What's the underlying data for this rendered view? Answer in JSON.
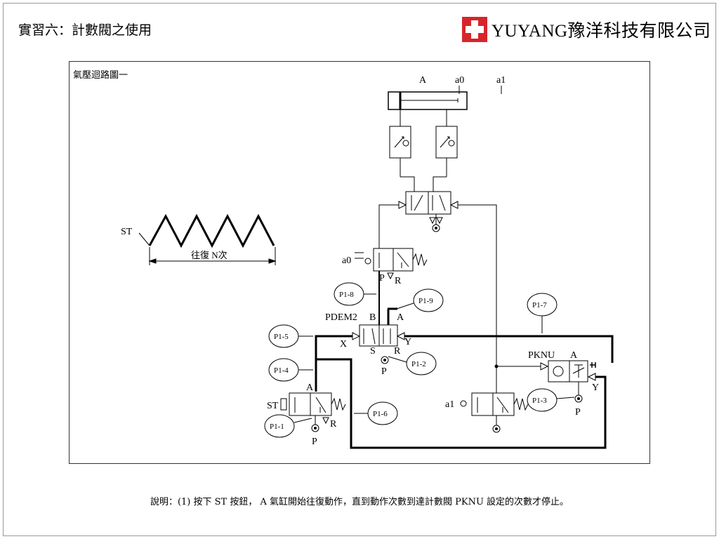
{
  "slide": {
    "title": "實習六：計數閥之使用",
    "brand_text": "YUYANG豫洋科技有限公司",
    "note": "說明：(1) 按下 ST 按鈕， A 氣缸開始往復動作，直到動作次數到達計數閥 PKNU 設定的次數才停止。"
  },
  "diagram": {
    "caption": "氣壓迴路圖一",
    "cylinder_label": "A",
    "limit_a0": "a0",
    "limit_a1": "a1",
    "wave_start": "ST",
    "wave_label": "往復 N次",
    "valve_a0_label": "a0",
    "port_P": "P",
    "port_R": "R",
    "pdem_label": "PDEM2",
    "port_B": "B",
    "port_A": "A",
    "port_X": "X",
    "port_Y": "Y",
    "port_S": "S",
    "st_label": "ST",
    "a1_label": "a1",
    "pknu_label": "PKNU",
    "callouts": [
      "P1-1",
      "P1-2",
      "P1-3",
      "P1-4",
      "P1-5",
      "P1-6",
      "P1-7",
      "P1-8",
      "P1-9"
    ]
  }
}
